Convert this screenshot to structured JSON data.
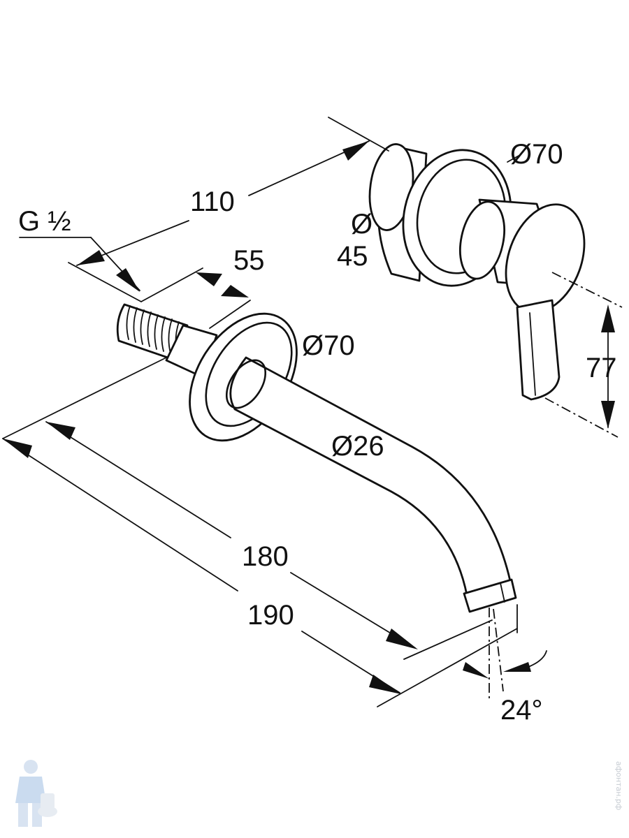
{
  "dimensions": {
    "inlet_thread": "G ½",
    "wall_depth": "110",
    "thread_length": "55",
    "spout_rosette_diameter": "Ø70",
    "spout_diameter": "Ø26",
    "spout_projection_inner": "180",
    "spout_projection_outer": "190",
    "outlet_angle": "24°",
    "lever_rosette_diameter": "Ø70",
    "lever_body_diameter_symbol": "Ø",
    "lever_body_diameter_value": "45",
    "lever_height": "77"
  },
  "watermark": {
    "vertical_text": "афонтан.рф",
    "icon": "plumber-mascot-icon"
  }
}
